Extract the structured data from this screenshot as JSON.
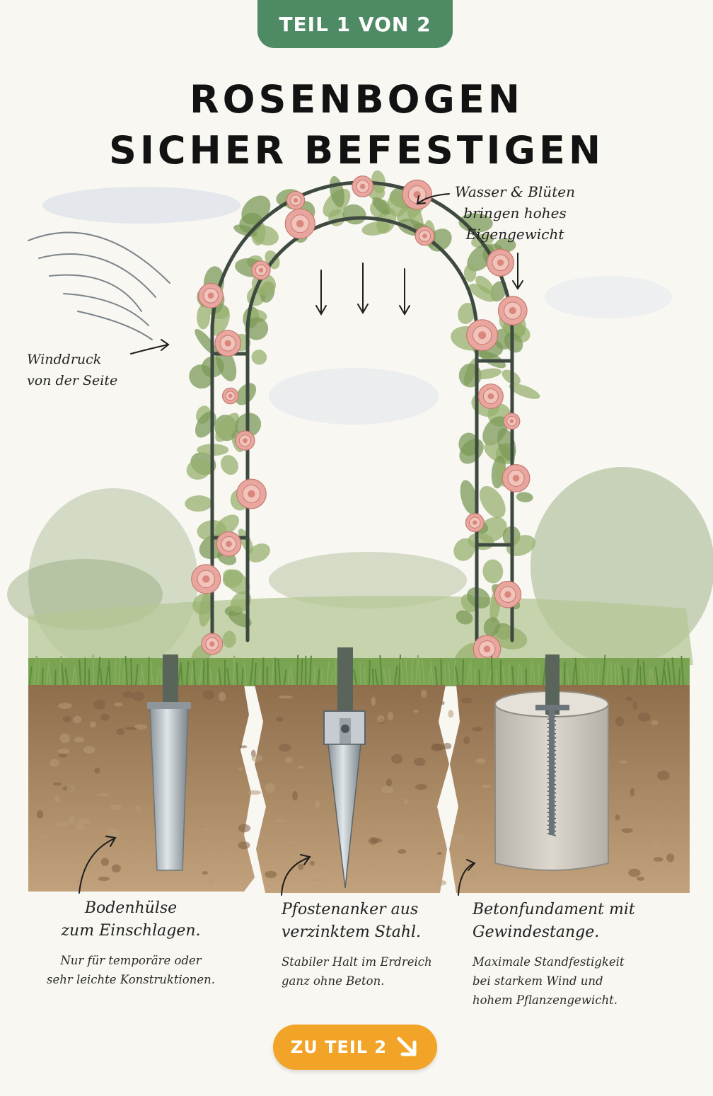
{
  "badge": {
    "label": "TEIL 1 VON 2"
  },
  "title": {
    "line1": "ROSENBOGEN",
    "line2": "SICHER BEFESTIGEN"
  },
  "annotations": {
    "weight": [
      "Wasser & Blüten",
      "bringen hohes",
      "Eigengewicht"
    ],
    "wind": [
      "Winddruck",
      "von der Seite"
    ]
  },
  "methods": [
    {
      "title": [
        "Bodenhülse",
        "zum Einschlagen."
      ],
      "description": [
        "Nur für temporäre oder",
        "sehr leichte Konstruktionen."
      ]
    },
    {
      "title": [
        "Pfostenanker aus",
        "verzinktem Stahl."
      ],
      "description": [
        "Stabiler Halt im Erdreich",
        "ganz ohne Beton."
      ]
    },
    {
      "title": [
        "Betonfundament mit",
        "Gewindestange."
      ],
      "description": [
        "Maximale Standfestigkeit",
        "bei starkem Wind und",
        "hohem Pflanzengewicht."
      ]
    }
  ],
  "cta": {
    "label": "ZU TEIL 2",
    "icon": "arrow-down-right-icon"
  },
  "colors": {
    "badge": "#4e8a64",
    "cta": "#f2a428",
    "soil": "#a98865",
    "grass": "#6f9a4a",
    "metal": "#3e4a40",
    "rose": "#e8a69e"
  }
}
